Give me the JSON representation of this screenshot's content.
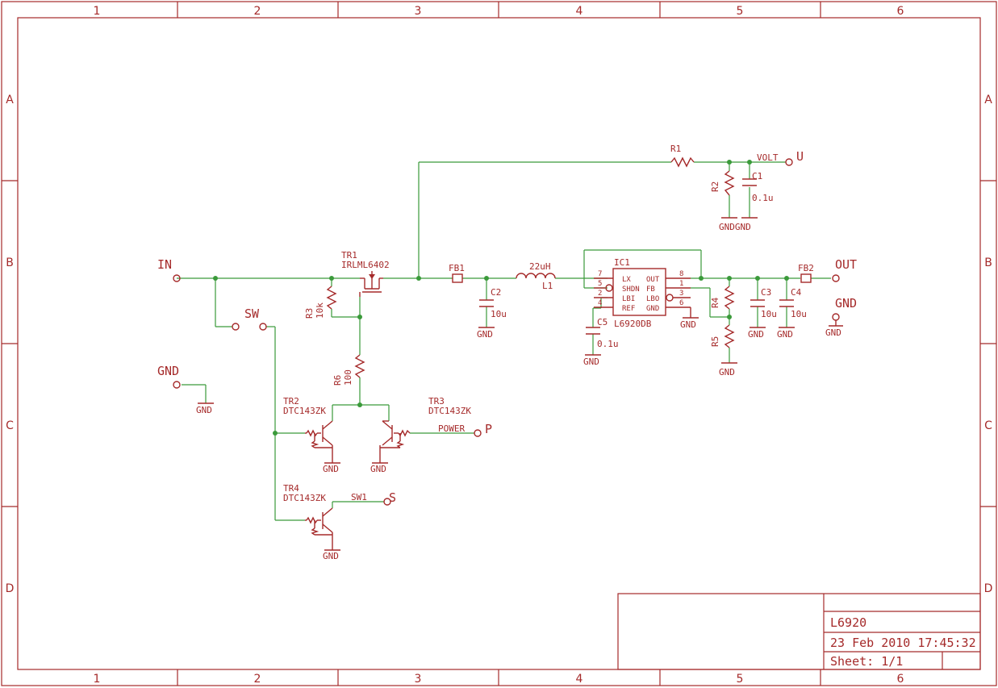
{
  "frame": {
    "columns": [
      "1",
      "2",
      "3",
      "4",
      "5",
      "6"
    ],
    "rows": [
      "A",
      "B",
      "C",
      "D"
    ]
  },
  "title_block": {
    "title": "L6920",
    "date": "23 Feb 2010 17:45:32",
    "sheet": "Sheet: 1/1"
  },
  "connectors": {
    "in": "IN",
    "sw": "SW",
    "gnd_left": "GND",
    "out": "OUT",
    "gnd_right": "GND",
    "u": "U",
    "p": "P",
    "s": "S"
  },
  "nets": {
    "volt": "VOLT",
    "power": "POWER",
    "sw1": "SW1"
  },
  "components": {
    "tr1": {
      "name": "TR1",
      "value": "IRLML6402"
    },
    "r3": {
      "name": "R3",
      "value": "10k"
    },
    "r6": {
      "name": "R6",
      "value": "100"
    },
    "tr2": {
      "name": "TR2",
      "value": "DTC143ZK"
    },
    "tr3": {
      "name": "TR3",
      "value": "DTC143ZK"
    },
    "tr4": {
      "name": "TR4",
      "value": "DTC143ZK"
    },
    "fb1": {
      "name": "FB1"
    },
    "fb2": {
      "name": "FB2"
    },
    "c2": {
      "name": "C2",
      "value": "10u"
    },
    "l1": {
      "name": "L1",
      "value": "22uH"
    },
    "r1": {
      "name": "R1"
    },
    "r2": {
      "name": "R2"
    },
    "c1": {
      "name": "C1",
      "value": "0.1u"
    },
    "ic1": {
      "name": "IC1",
      "value": "L6920DB",
      "pins_left": [
        "LX",
        "SHDN",
        "LBI",
        "REF"
      ],
      "pins_right": [
        "OUT",
        "FB",
        "LBO",
        "GND"
      ],
      "pin_nums_left": [
        "7",
        "5",
        "2",
        "4"
      ],
      "pin_nums_right": [
        "8",
        "1",
        "3",
        "6"
      ]
    },
    "c5": {
      "name": "C5",
      "value": "0.1u"
    },
    "r4": {
      "name": "R4"
    },
    "r5": {
      "name": "R5"
    },
    "c3": {
      "name": "C3",
      "value": "10u"
    },
    "c4": {
      "name": "C4",
      "value": "10u"
    }
  },
  "gnd_label": "GND",
  "gndgnd_label": "GNDGND"
}
